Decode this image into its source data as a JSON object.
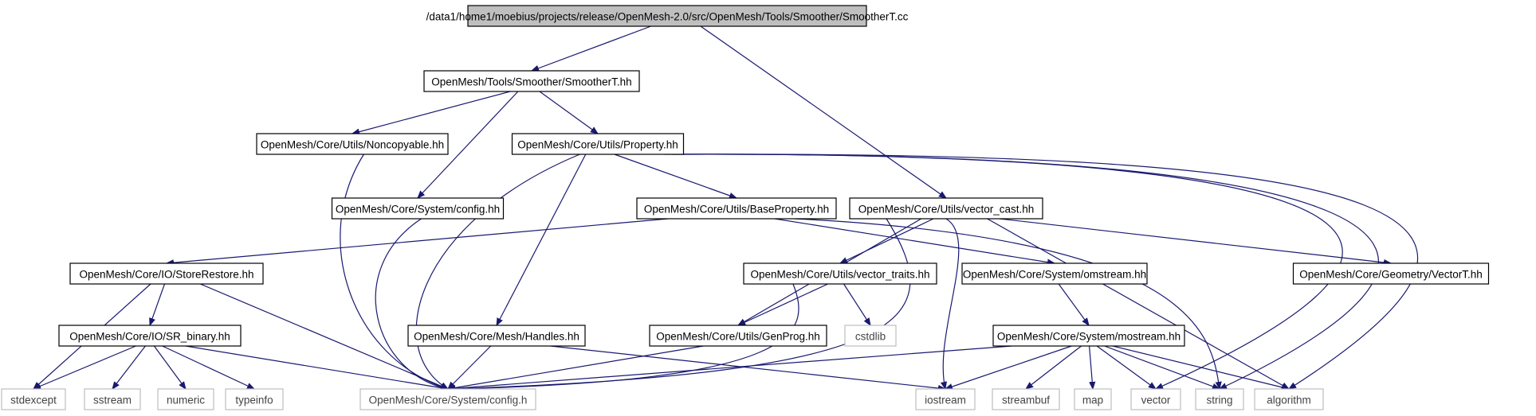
{
  "colors": {
    "edge": "#191970",
    "root_fill": "#bfbfbf",
    "node_border": "#000000",
    "system_border": "#bfbfbf"
  },
  "nodes": [
    {
      "id": "root",
      "label": "/data1/home1/moebius/projects/release/OpenMesh-2.0/src/OpenMesh/Tools/Smoother/SmootherT.cc",
      "kind": "root"
    },
    {
      "id": "smoother_hh",
      "label": "OpenMesh/Tools/Smoother/SmootherT.hh",
      "kind": "normal"
    },
    {
      "id": "noncopyable",
      "label": "OpenMesh/Core/Utils/Noncopyable.hh",
      "kind": "normal"
    },
    {
      "id": "property",
      "label": "OpenMesh/Core/Utils/Property.hh",
      "kind": "normal"
    },
    {
      "id": "config_hh",
      "label": "OpenMesh/Core/System/config.hh",
      "kind": "normal"
    },
    {
      "id": "baseprop",
      "label": "OpenMesh/Core/Utils/BaseProperty.hh",
      "kind": "normal"
    },
    {
      "id": "vector_cast",
      "label": "OpenMesh/Core/Utils/vector_cast.hh",
      "kind": "normal"
    },
    {
      "id": "storerestore",
      "label": "OpenMesh/Core/IO/StoreRestore.hh",
      "kind": "normal"
    },
    {
      "id": "vector_traits",
      "label": "OpenMesh/Core/Utils/vector_traits.hh",
      "kind": "normal"
    },
    {
      "id": "omstream",
      "label": "OpenMesh/Core/System/omstream.hh",
      "kind": "normal"
    },
    {
      "id": "vectort",
      "label": "OpenMesh/Core/Geometry/VectorT.hh",
      "kind": "normal"
    },
    {
      "id": "sr_binary",
      "label": "OpenMesh/Core/IO/SR_binary.hh",
      "kind": "normal"
    },
    {
      "id": "handles",
      "label": "OpenMesh/Core/Mesh/Handles.hh",
      "kind": "normal"
    },
    {
      "id": "genprog",
      "label": "OpenMesh/Core/Utils/GenProg.hh",
      "kind": "normal"
    },
    {
      "id": "cstdlib",
      "label": "cstdlib",
      "kind": "system"
    },
    {
      "id": "mostream",
      "label": "OpenMesh/Core/System/mostream.hh",
      "kind": "normal"
    },
    {
      "id": "stdexcept",
      "label": "stdexcept",
      "kind": "system"
    },
    {
      "id": "sstream",
      "label": "sstream",
      "kind": "system"
    },
    {
      "id": "numeric",
      "label": "numeric",
      "kind": "system"
    },
    {
      "id": "typeinfo",
      "label": "typeinfo",
      "kind": "system"
    },
    {
      "id": "config_h",
      "label": "OpenMesh/Core/System/config.h",
      "kind": "system"
    },
    {
      "id": "iostream",
      "label": "iostream",
      "kind": "system"
    },
    {
      "id": "streambuf",
      "label": "streambuf",
      "kind": "system"
    },
    {
      "id": "map",
      "label": "map",
      "kind": "system"
    },
    {
      "id": "vector",
      "label": "vector",
      "kind": "system"
    },
    {
      "id": "string",
      "label": "string",
      "kind": "system"
    },
    {
      "id": "algorithm",
      "label": "algorithm",
      "kind": "system"
    }
  ],
  "edges": [
    [
      "root",
      "smoother_hh"
    ],
    [
      "root",
      "vector_cast"
    ],
    [
      "smoother_hh",
      "noncopyable"
    ],
    [
      "smoother_hh",
      "config_hh"
    ],
    [
      "smoother_hh",
      "property"
    ],
    [
      "noncopyable",
      "config_h"
    ],
    [
      "config_hh",
      "config_h"
    ],
    [
      "property",
      "config_h"
    ],
    [
      "property",
      "handles"
    ],
    [
      "property",
      "baseprop"
    ],
    [
      "property",
      "vector"
    ],
    [
      "property",
      "string"
    ],
    [
      "property",
      "algorithm"
    ],
    [
      "baseprop",
      "storerestore"
    ],
    [
      "baseprop",
      "omstream"
    ],
    [
      "baseprop",
      "string"
    ],
    [
      "vector_cast",
      "genprog"
    ],
    [
      "vector_cast",
      "vector_traits"
    ],
    [
      "vector_cast",
      "config_h"
    ],
    [
      "vector_cast",
      "vectort"
    ],
    [
      "vector_cast",
      "iostream"
    ],
    [
      "vector_cast",
      "algorithm"
    ],
    [
      "storerestore",
      "sr_binary"
    ],
    [
      "storerestore",
      "stdexcept"
    ],
    [
      "storerestore",
      "config_h"
    ],
    [
      "sr_binary",
      "stdexcept"
    ],
    [
      "sr_binary",
      "sstream"
    ],
    [
      "sr_binary",
      "numeric"
    ],
    [
      "sr_binary",
      "typeinfo"
    ],
    [
      "sr_binary",
      "config_h"
    ],
    [
      "vector_traits",
      "genprog"
    ],
    [
      "vector_traits",
      "cstdlib"
    ],
    [
      "vector_traits",
      "config_h"
    ],
    [
      "omstream",
      "mostream"
    ],
    [
      "handles",
      "config_h"
    ],
    [
      "handles",
      "iostream"
    ],
    [
      "genprog",
      "config_h"
    ],
    [
      "mostream",
      "config_h"
    ],
    [
      "mostream",
      "iostream"
    ],
    [
      "mostream",
      "streambuf"
    ],
    [
      "mostream",
      "map"
    ],
    [
      "mostream",
      "vector"
    ],
    [
      "mostream",
      "string"
    ],
    [
      "mostream",
      "algorithm"
    ]
  ]
}
